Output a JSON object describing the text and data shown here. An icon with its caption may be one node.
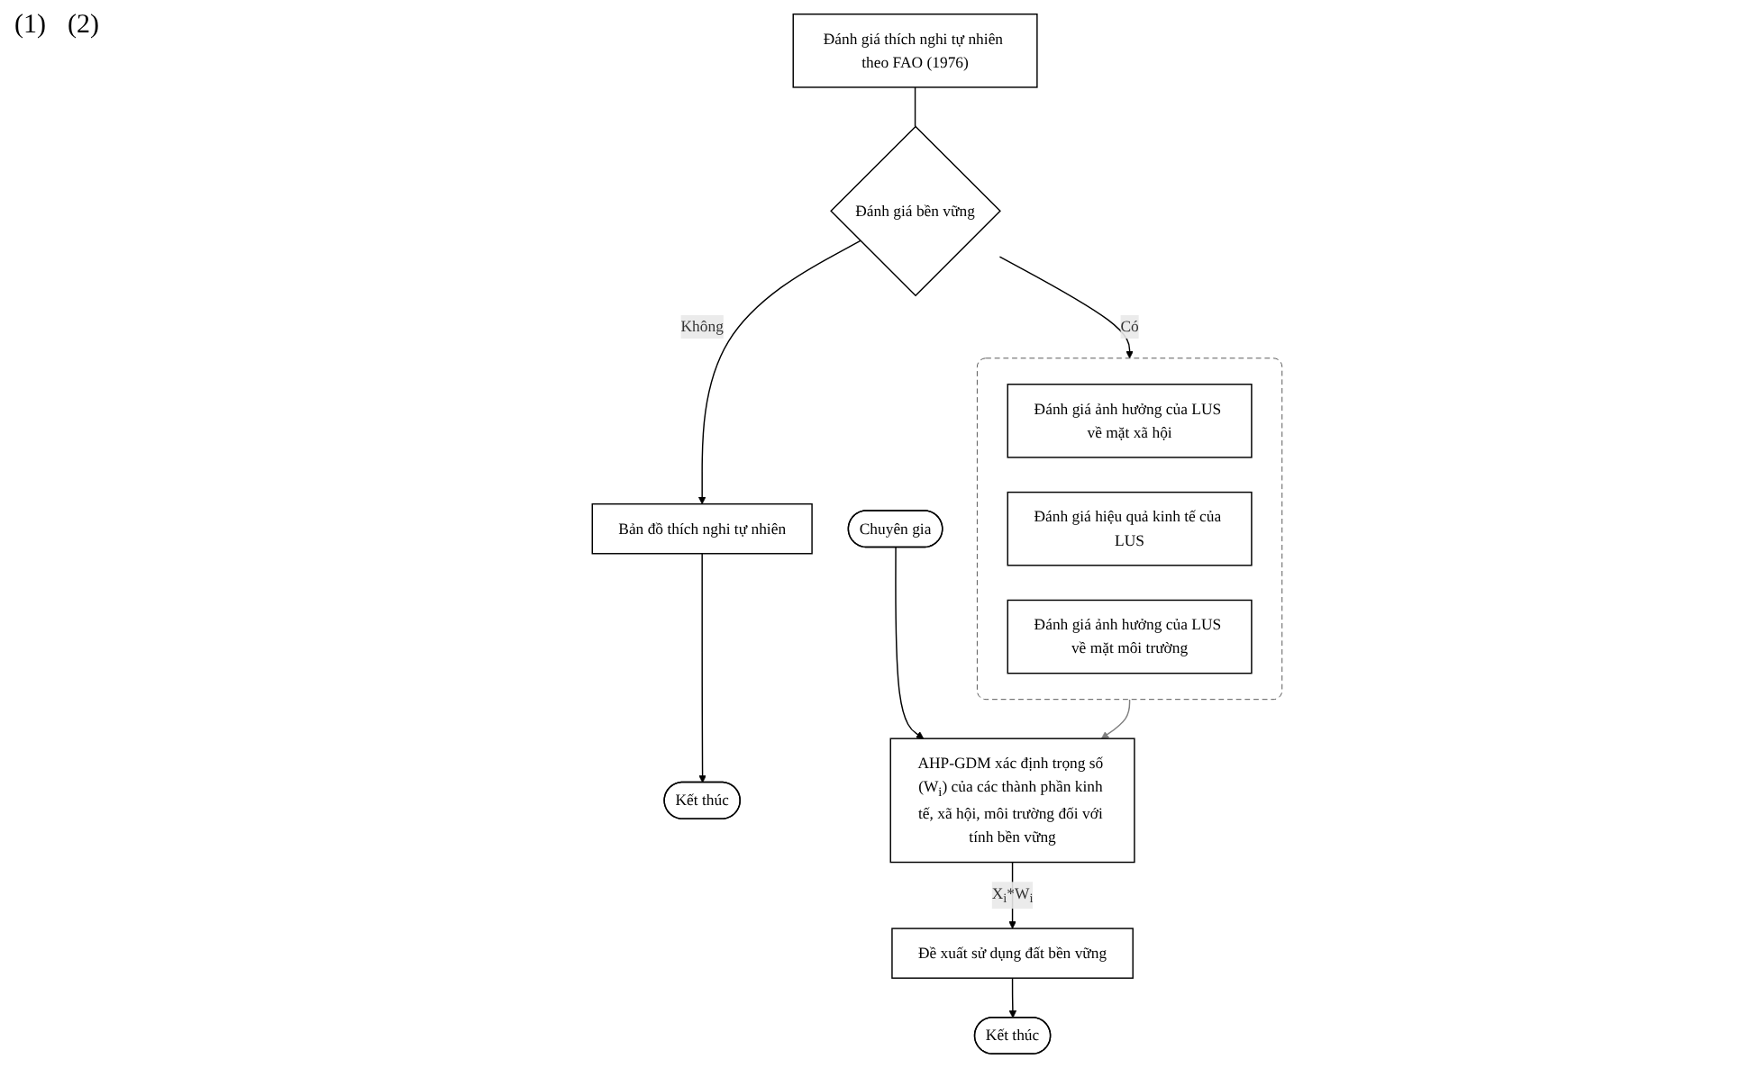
{
  "diagram": {
    "nodes": [
      {
        "text": [
          "Đánh giá thích nghi tự nhiên theo FAO (1976)"
        ]
      },
      {
        "text": [
          "Đánh giá bền vững"
        ]
      },
      {
        "text": [
          "Bản đồ thích nghi tự nhiên"
        ]
      },
      {
        "text": [
          "Kết thúc"
        ]
      },
      {
        "text": [],
        "shape": "box"
      },
      {
        "text": [
          "Đánh giá ảnh hưởng của LUS về mặt xã hội"
        ],
        "in": 4
      },
      {
        "text": [
          "Đánh giá hiệu quả kinh tế của LUS"
        ],
        "in": 4
      },
      {
        "text": [
          "Đánh giá ảnh hưởng của LUS về mặt môi trường"
        ],
        "in": 4
      },
      {
        "text": [
          "Chuyên gia"
        ]
      },
      {
        "text": [
          "AHP-GDM xác định trọng số (W$_{i}$) của các thành phần kinh tế, xã hội, môi trường đối với tính bền vững"
        ]
      },
      {
        "text": [
          "Đề xuất sử dụng đất bền vững"
        ]
      },
      {
        "text": [
          "Kết thúc"
        ]
      }
    ],
    "edges": [
      {
        "from": 0,
        "to": 1,
        "arrow": "none"
      },
      {
        "from": 1,
        "to": 2,
        "arrow": "to",
        "label": "Không"
      },
      {
        "from": 2,
        "to": 3,
        "arrow": "to"
      },
      {
        "from": 1,
        "to": 4,
        "arrow": "to",
        "label": "Có"
      },
      {
        "from": 4,
        "to": 9,
        "arrow": "to",
        "color": "#808080"
      },
      {
        "from": 8,
        "to": 9,
        "arrow": "to"
      },
      {
        "from": 9,
        "to": 10,
        "arrow": "to",
        "label": "X$_{i}$*W$_{i}$"
      },
      {
        "from": 10,
        "to": 11,
        "arrow": "to"
      }
    ],
    "labels": [
      "(1)",
      "(2)"
    ]
  }
}
